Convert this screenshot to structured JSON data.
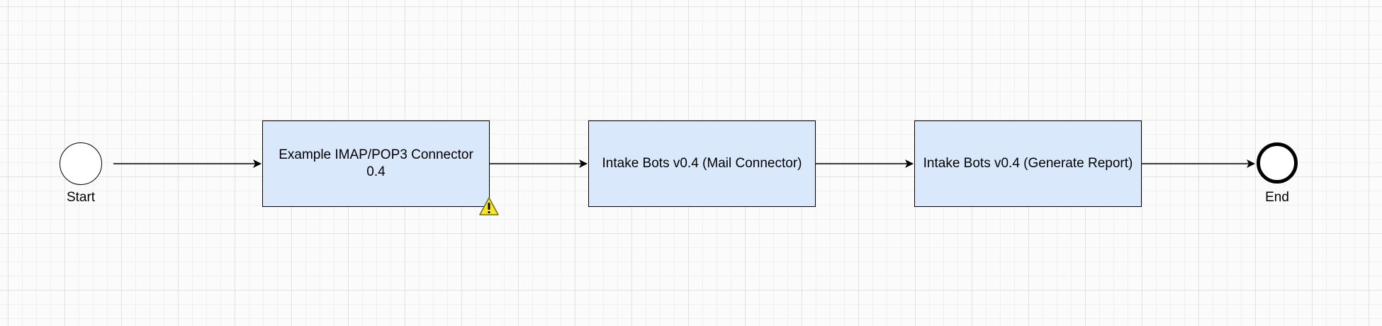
{
  "diagram": {
    "start_event": {
      "label": "Start"
    },
    "end_event": {
      "label": "End"
    },
    "tasks": [
      {
        "label": "Example IMAP/POP3 Connector 0.4",
        "warning": true
      },
      {
        "label": "Intake Bots v0.4 (Mail Connector)",
        "warning": false
      },
      {
        "label": "Intake Bots v0.4 (Generate Report)",
        "warning": false
      }
    ],
    "flows": [
      {
        "from": "Start",
        "to": "Example IMAP/POP3 Connector 0.4"
      },
      {
        "from": "Example IMAP/POP3 Connector 0.4",
        "to": "Intake Bots v0.4 (Mail Connector)"
      },
      {
        "from": "Intake Bots v0.4 (Mail Connector)",
        "to": "Intake Bots v0.4 (Generate Report)"
      },
      {
        "from": "Intake Bots v0.4 (Generate Report)",
        "to": "End"
      }
    ],
    "colors": {
      "task_fill": "#dae8fc",
      "stroke": "#000000",
      "warning_fill": "#f5e62a",
      "grid": "#e2e2e2"
    },
    "icons": {
      "warning": "warning-triangle-icon"
    }
  }
}
